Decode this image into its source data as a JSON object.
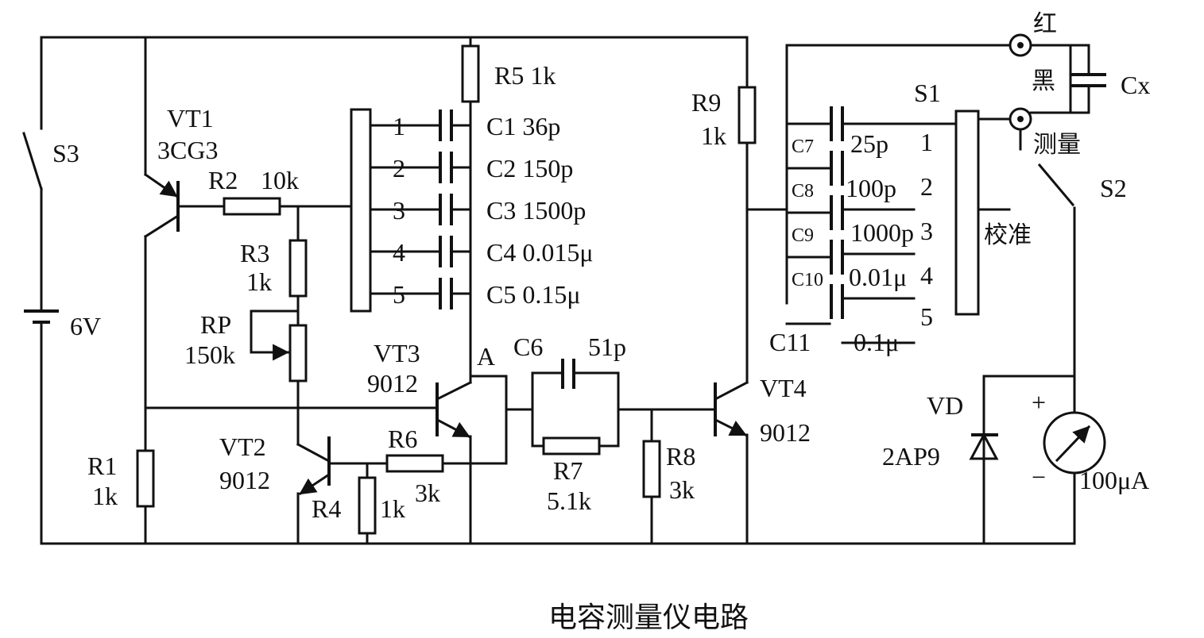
{
  "caption": "电容测量仪电路",
  "supply": {
    "switch": "S3",
    "battery": "6V"
  },
  "transistors": {
    "vt1": {
      "name": "VT1",
      "model": "3CG3"
    },
    "vt2": {
      "name": "VT2",
      "model": "9012"
    },
    "vt3": {
      "name": "VT3",
      "model": "9012"
    },
    "vt4": {
      "name": "VT4",
      "model": "9012"
    }
  },
  "resistors": {
    "r1": {
      "name": "R1",
      "value": "1k"
    },
    "r2": {
      "name": "R2",
      "value": "10k"
    },
    "r3": {
      "name": "R3",
      "value": "1k"
    },
    "rp": {
      "name": "RP",
      "value": "150k"
    },
    "r4": {
      "name": "R4",
      "value": "1k"
    },
    "r5": {
      "name": "R5 1k"
    },
    "r6": {
      "name": "R6",
      "value": "3k"
    },
    "r7": {
      "name": "R7",
      "value": "5.1k"
    },
    "r8": {
      "name": "R8",
      "value": "3k"
    },
    "r9": {
      "name": "R9",
      "value": "1k"
    }
  },
  "timing_caps": [
    {
      "pos": "1",
      "label": "C1 36p"
    },
    {
      "pos": "2",
      "label": "C2 150p"
    },
    {
      "pos": "3",
      "label": "C3 1500p"
    },
    {
      "pos": "4",
      "label": "C4 0.015μ"
    },
    {
      "pos": "5",
      "label": "C5 0.15μ"
    }
  ],
  "c6": {
    "name": "C6",
    "value": "51p"
  },
  "node_a": "A",
  "calib_caps": [
    {
      "name": "C7",
      "value": "25p",
      "pos": "1"
    },
    {
      "name": "C8",
      "value": "100p",
      "pos": "2"
    },
    {
      "name": "C9",
      "value": "1000p",
      "pos": "3"
    },
    {
      "name": "C10",
      "value": "0.01μ",
      "pos": "4"
    },
    {
      "name": "C11",
      "value": "0.1μ",
      "pos": "5"
    }
  ],
  "selector": {
    "s1": "S1",
    "calibrate": "校准"
  },
  "probes": {
    "red": "红",
    "black": "黑",
    "cx": "Cx",
    "measure": "测量",
    "s2": "S2"
  },
  "diode": {
    "name": "VD",
    "model": "2AP9"
  },
  "meter": {
    "plus": "+",
    "minus": "−",
    "rating": "100μA"
  }
}
